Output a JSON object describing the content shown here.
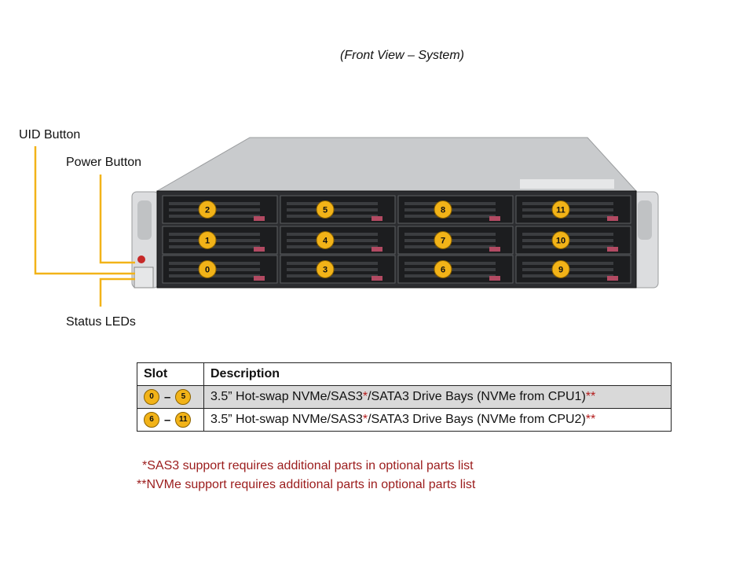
{
  "caption": "(Front View – System)",
  "callouts": {
    "uid": "UID Button",
    "power": "Power Button",
    "status": "Status LEDs"
  },
  "drive_bays": {
    "row_top": [
      "2",
      "5",
      "8",
      "11"
    ],
    "row_mid": [
      "1",
      "4",
      "7",
      "10"
    ],
    "row_bot": [
      "0",
      "3",
      "6",
      "9"
    ]
  },
  "colors": {
    "badge": "#f2b318",
    "callout_line": "#f2b318",
    "footnote": "#9b1c1c",
    "shaded_row": "#d9d9d9"
  },
  "table": {
    "headers": [
      "Slot",
      "Description"
    ],
    "rows": [
      {
        "from": "0",
        "to": "5",
        "dash": "–",
        "desc": "3.5” Hot-swap NVMe/SAS3",
        "star": "*",
        "desc2": "/SATA3 Drive Bays (NVMe from CPU1)",
        "stars": "**"
      },
      {
        "from": "6",
        "to": "11",
        "dash": "–",
        "desc": "3.5” Hot-swap NVMe/SAS3",
        "star": "*",
        "desc2": "/SATA3 Drive Bays (NVMe from CPU2)",
        "stars": "**"
      }
    ]
  },
  "footnotes": [
    "*SAS3 support requires additional parts in optional parts list",
    "**NVMe support requires additional parts in optional parts list"
  ]
}
